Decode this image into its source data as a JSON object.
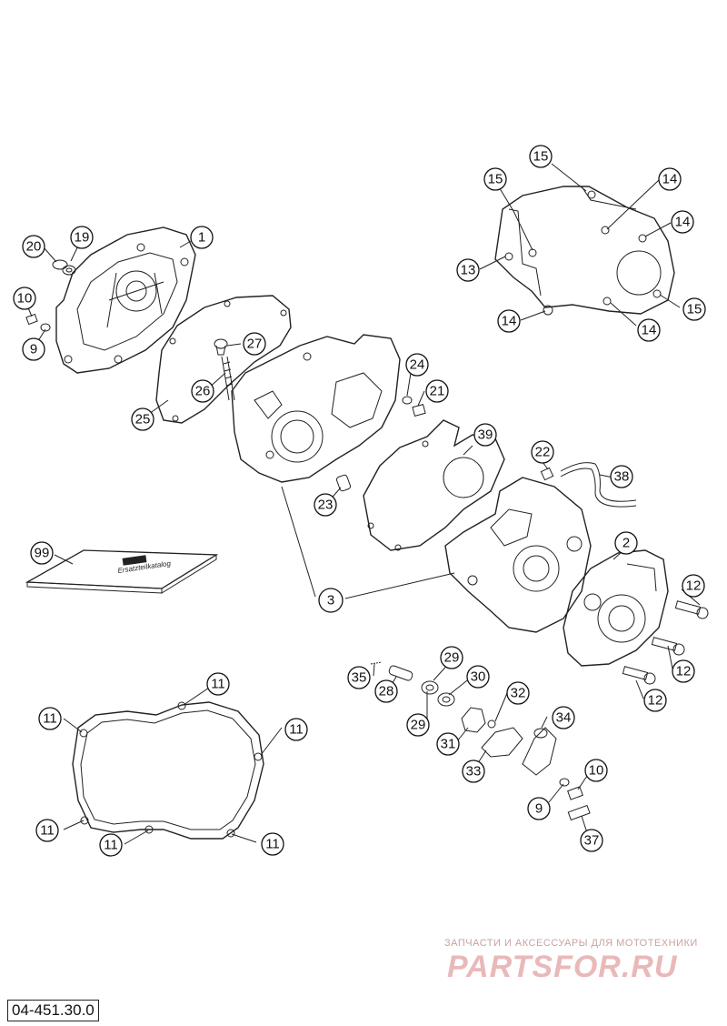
{
  "drawing_code": "04-451.30.0",
  "watermark": {
    "tagline": "ЗАПЧАСТИ И АКСЕССУАРЫ ДЛЯ МОТОТЕХНИКИ",
    "brand": "PARTSFOR.RU"
  },
  "manual_cover_text": "Ersatzteilkatalog",
  "callouts": [
    {
      "id": "c1",
      "label": "1"
    },
    {
      "id": "c2",
      "label": "2"
    },
    {
      "id": "c3",
      "label": "3"
    },
    {
      "id": "c9a",
      "label": "9"
    },
    {
      "id": "c9b",
      "label": "9"
    },
    {
      "id": "c10a",
      "label": "10"
    },
    {
      "id": "c10b",
      "label": "10"
    },
    {
      "id": "c11a",
      "label": "11"
    },
    {
      "id": "c11b",
      "label": "11"
    },
    {
      "id": "c11c",
      "label": "11"
    },
    {
      "id": "c11d",
      "label": "11"
    },
    {
      "id": "c11e",
      "label": "11"
    },
    {
      "id": "c11f",
      "label": "11"
    },
    {
      "id": "c12a",
      "label": "12"
    },
    {
      "id": "c12b",
      "label": "12"
    },
    {
      "id": "c12c",
      "label": "12"
    },
    {
      "id": "c13",
      "label": "13"
    },
    {
      "id": "c14a",
      "label": "14"
    },
    {
      "id": "c14b",
      "label": "14"
    },
    {
      "id": "c14c",
      "label": "14"
    },
    {
      "id": "c14d",
      "label": "14"
    },
    {
      "id": "c15a",
      "label": "15"
    },
    {
      "id": "c15b",
      "label": "15"
    },
    {
      "id": "c15c",
      "label": "15"
    },
    {
      "id": "c19",
      "label": "19"
    },
    {
      "id": "c20",
      "label": "20"
    },
    {
      "id": "c21",
      "label": "21"
    },
    {
      "id": "c22",
      "label": "22"
    },
    {
      "id": "c23",
      "label": "23"
    },
    {
      "id": "c24",
      "label": "24"
    },
    {
      "id": "c25",
      "label": "25"
    },
    {
      "id": "c26",
      "label": "26"
    },
    {
      "id": "c27",
      "label": "27"
    },
    {
      "id": "c28",
      "label": "28"
    },
    {
      "id": "c29a",
      "label": "29"
    },
    {
      "id": "c29b",
      "label": "29"
    },
    {
      "id": "c30",
      "label": "30"
    },
    {
      "id": "c31",
      "label": "31"
    },
    {
      "id": "c32",
      "label": "32"
    },
    {
      "id": "c33",
      "label": "33"
    },
    {
      "id": "c34",
      "label": "34"
    },
    {
      "id": "c35",
      "label": "35"
    },
    {
      "id": "c37",
      "label": "37"
    },
    {
      "id": "c38",
      "label": "38"
    },
    {
      "id": "c39",
      "label": "39"
    },
    {
      "id": "c99",
      "label": "99"
    }
  ]
}
